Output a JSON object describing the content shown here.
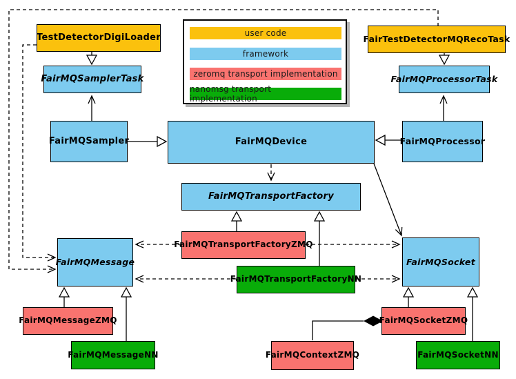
{
  "colors": {
    "user": "#FBC10D",
    "framework": "#7DCBEF",
    "zmq": "#F9736F",
    "nn": "#09AC09",
    "outline": "#000000",
    "legend_shadow": "#B3B3B3"
  },
  "legend": {
    "items": [
      {
        "label": "user code",
        "category": "user"
      },
      {
        "label": "framework",
        "category": "framework"
      },
      {
        "label": "zeromq transport implementation",
        "category": "zmq"
      },
      {
        "label": "nanomsg transport implementation",
        "category": "nn"
      }
    ]
  },
  "nodes": {
    "testDetectorDigiLoader": {
      "label": "TestDetectorDigiLoader",
      "category": "user",
      "abstract": false
    },
    "fairTestDetectorMQRecoTask": {
      "label": "FairTestDetectorMQRecoTask",
      "category": "user",
      "abstract": false
    },
    "fairMQSamplerTask": {
      "label": "FairMQSamplerTask",
      "category": "framework",
      "abstract": true
    },
    "fairMQProcessorTask": {
      "label": "FairMQProcessorTask",
      "category": "framework",
      "abstract": true
    },
    "fairMQSampler": {
      "label": "FairMQSampler",
      "category": "framework",
      "abstract": false
    },
    "fairMQDevice": {
      "label": "FairMQDevice",
      "category": "framework",
      "abstract": false
    },
    "fairMQProcessor": {
      "label": "FairMQProcessor",
      "category": "framework",
      "abstract": false
    },
    "fairMQTransportFactory": {
      "label": "FairMQTransportFactory",
      "category": "framework",
      "abstract": true
    },
    "fairMQTransportFactoryZMQ": {
      "label": "FairMQTransportFactoryZMQ",
      "category": "zmq",
      "abstract": false
    },
    "fairMQTransportFactoryNN": {
      "label": "FairMQTransportFactoryNN",
      "category": "nn",
      "abstract": false
    },
    "fairMQMessage": {
      "label": "FairMQMessage",
      "category": "framework",
      "abstract": true
    },
    "fairMQSocket": {
      "label": "FairMQSocket",
      "category": "framework",
      "abstract": true
    },
    "fairMQMessageZMQ": {
      "label": "FairMQMessageZMQ",
      "category": "zmq",
      "abstract": false
    },
    "fairMQMessageNN": {
      "label": "FairMQMessageNN",
      "category": "nn",
      "abstract": false
    },
    "fairMQContextZMQ": {
      "label": "FairMQContextZMQ",
      "category": "zmq",
      "abstract": false
    },
    "fairMQSocketZMQ": {
      "label": "FairMQSocketZMQ",
      "category": "zmq",
      "abstract": false
    },
    "fairMQSocketNN": {
      "label": "FairMQSocketNN",
      "category": "nn",
      "abstract": false
    }
  },
  "edges": [
    {
      "from": "TestDetectorDigiLoader",
      "to": "FairMQSamplerTask",
      "type": "inheritance"
    },
    {
      "from": "FairTestDetectorMQRecoTask",
      "to": "FairMQProcessorTask",
      "type": "inheritance"
    },
    {
      "from": "FairMQSampler",
      "to": "FairMQSamplerTask",
      "type": "association"
    },
    {
      "from": "FairMQProcessor",
      "to": "FairMQProcessorTask",
      "type": "association"
    },
    {
      "from": "FairMQSampler",
      "to": "FairMQDevice",
      "type": "inheritance"
    },
    {
      "from": "FairMQProcessor",
      "to": "FairMQDevice",
      "type": "inheritance"
    },
    {
      "from": "FairMQDevice",
      "to": "FairMQTransportFactory",
      "type": "dependency"
    },
    {
      "from": "FairMQDevice",
      "to": "FairMQSocket",
      "type": "association"
    },
    {
      "from": "TestDetectorDigiLoader",
      "to": "FairMQMessage",
      "type": "dependency"
    },
    {
      "from": "FairTestDetectorMQRecoTask",
      "to": "FairMQMessage",
      "type": "dependency"
    },
    {
      "from": "FairMQTransportFactoryZMQ",
      "to": "FairMQTransportFactory",
      "type": "inheritance"
    },
    {
      "from": "FairMQTransportFactoryNN",
      "to": "FairMQTransportFactory",
      "type": "inheritance"
    },
    {
      "from": "FairMQTransportFactoryZMQ",
      "to": "FairMQMessage",
      "type": "dependency"
    },
    {
      "from": "FairMQTransportFactoryZMQ",
      "to": "FairMQSocket",
      "type": "dependency"
    },
    {
      "from": "FairMQTransportFactoryNN",
      "to": "FairMQMessage",
      "type": "dependency"
    },
    {
      "from": "FairMQTransportFactoryNN",
      "to": "FairMQSocket",
      "type": "dependency"
    },
    {
      "from": "FairMQMessageZMQ",
      "to": "FairMQMessage",
      "type": "inheritance"
    },
    {
      "from": "FairMQMessageNN",
      "to": "FairMQMessage",
      "type": "inheritance"
    },
    {
      "from": "FairMQSocketZMQ",
      "to": "FairMQSocket",
      "type": "inheritance"
    },
    {
      "from": "FairMQSocketNN",
      "to": "FairMQSocket",
      "type": "inheritance"
    },
    {
      "from": "FairMQContextZMQ",
      "to": "FairMQSocketZMQ",
      "type": "composition"
    }
  ]
}
